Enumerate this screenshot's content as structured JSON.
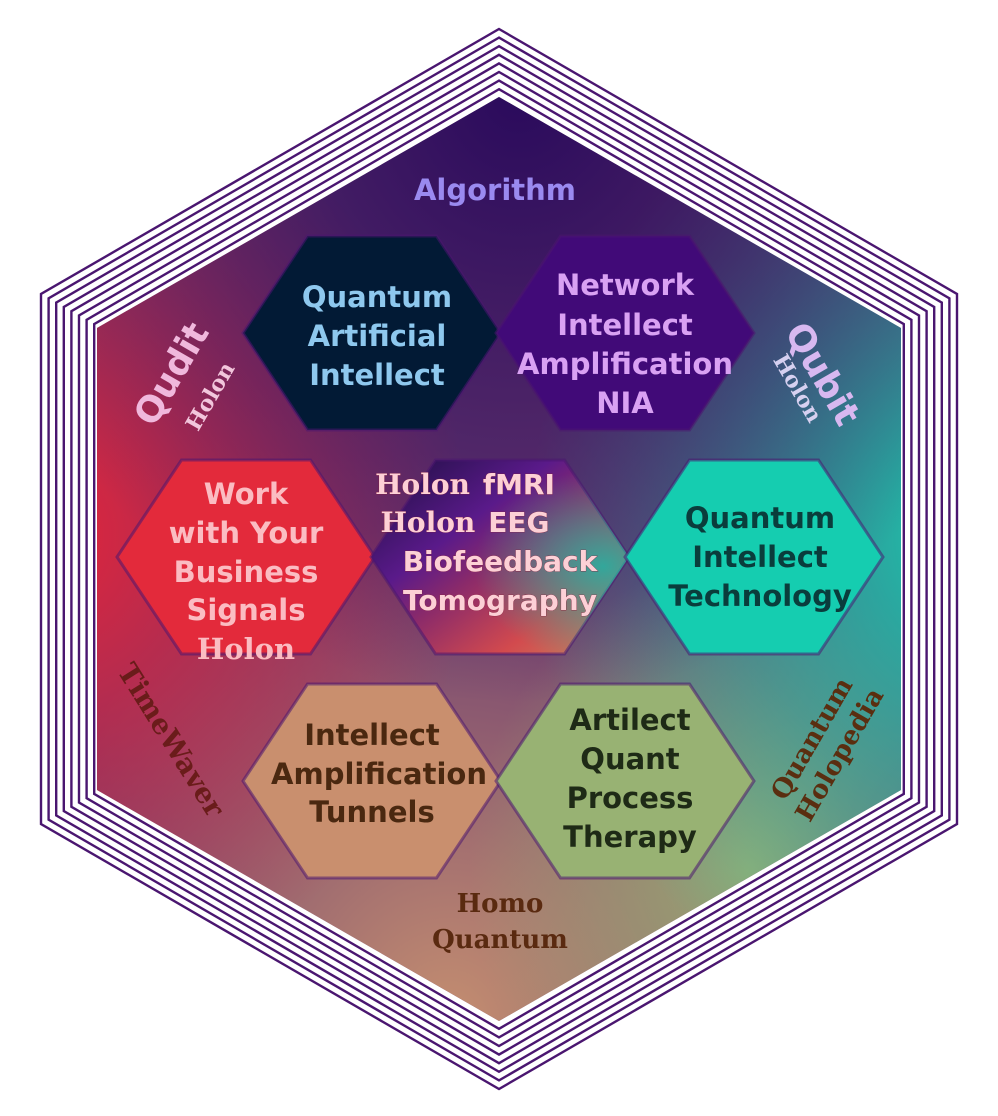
{
  "colors": {
    "frame_stroke": "#4a1670",
    "hex_stroke": "#4a1670",
    "qai_fill": "#021a35",
    "nia_fill": "#410a78",
    "signals_fill": "#e32a3b",
    "qit_fill": "#15cdb0",
    "tunnels_fill": "#c98f6e",
    "therapy_fill": "#98b273",
    "bg_top": "#2a0a5c",
    "bg_left": "#e0243c",
    "bg_right": "#17c9ae",
    "bg_bottom": "#c58f70"
  },
  "outer_labels": {
    "algorithm": "Algorithm",
    "qudit": "Qudit",
    "qudit_holon": "Holon",
    "qubit": "Qubit",
    "qubit_holon": "Holon",
    "timewaver": "TimeWaver",
    "quantum": "Quantum",
    "holopedia": "Holopedia",
    "homo": "Homo",
    "homo_quantum": "Quantum"
  },
  "hexes": {
    "qai": {
      "lines": [
        "Quantum",
        "Artificial",
        "Intellect"
      ],
      "color": "#8ec8ee"
    },
    "nia": {
      "lines": [
        "Network",
        "Intellect",
        "Amplification",
        "NIA"
      ],
      "color": "#d9a1f3"
    },
    "signals": {
      "lines": [
        "Work",
        "with Your",
        "Business",
        "Signals"
      ],
      "holon": "Holon",
      "color": "#fbbcc2"
    },
    "qit": {
      "lines": [
        "Quantum",
        "Intellect",
        "Technology"
      ],
      "color": "#0a3d3c"
    },
    "tunnels": {
      "lines": [
        "Intellect",
        "Amplification",
        "Tunnels"
      ],
      "color": "#4a2810"
    },
    "therapy": {
      "lines": [
        "Artilect",
        "Quant",
        "Process",
        "Therapy"
      ],
      "color": "#1e2a16"
    },
    "center": {
      "line1_serif": "Holon",
      "line1_sans": "fMRI",
      "line2_serif": "Holon",
      "line2_sans": "EEG",
      "line3": "Biofeedback",
      "line4": "Tomography",
      "color": "#fcd0d6"
    }
  }
}
